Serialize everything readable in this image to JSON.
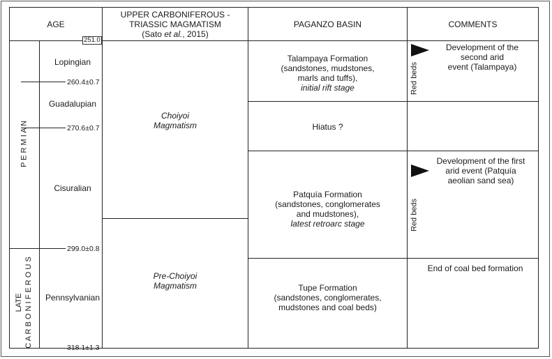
{
  "headers": {
    "age": "AGE",
    "magmatism_line1": "UPPER CARBONIFEROUS -",
    "magmatism_line2": "TRIASSIC MAGMATISM",
    "magmatism_ref_a": "(Sato ",
    "magmatism_ref_b": "et al.",
    "magmatism_ref_c": ", 2015)",
    "basin": "PAGANZO BASIN",
    "comments": "COMMENTS"
  },
  "ages": {
    "top": "251.0",
    "t2604": "260.4±0.7",
    "t2706": "270.6±0.7",
    "t2990": "299.0±0.8",
    "t3181": "318.1±1.3"
  },
  "periods": {
    "permian": "P E R M I A N",
    "late_carb_line1": "LATE",
    "late_carb_line2": "C A R B O N I F E R O U S"
  },
  "epochs": {
    "lopingian": "Lopingian",
    "guadalupian": "Guadalupian",
    "cisuralian": "Cisuralian",
    "pennsylvanian": "Pennsylvanian"
  },
  "magmatism": {
    "choiyoi_line1": "Choiyoi",
    "choiyoi_line2": "Magmatism",
    "prechoiyoi_line1": "Pre-Choiyoi",
    "prechoiyoi_line2": "Magmatism"
  },
  "basin": {
    "talampaya": [
      "Talampaya Formation",
      "(sandstones, mudstones,",
      "marls and tuffs),"
    ],
    "talampaya_stage": "initial rift stage",
    "hiatus": "Hiatus ?",
    "patquia": [
      "Patquía Formation",
      "(sandstones, conglomerates",
      "and mudstones),"
    ],
    "patquia_stage": "latest retroarc stage",
    "tupe": [
      "Tupe Formation",
      "(sandstones, conglomerates,",
      "mudstones and coal beds)"
    ]
  },
  "comments": {
    "red_beds": "Red beds",
    "second_arid": [
      "Development of the",
      "second arid",
      "event (Talampaya)"
    ],
    "first_arid": [
      "Development of the first",
      "arid event (Patquía",
      "aeolian sand sea)"
    ],
    "coal_end": "End of coal bed formation"
  },
  "colors": {
    "line": "#222222",
    "text": "#1a1a1a",
    "arrow": "#111111"
  }
}
